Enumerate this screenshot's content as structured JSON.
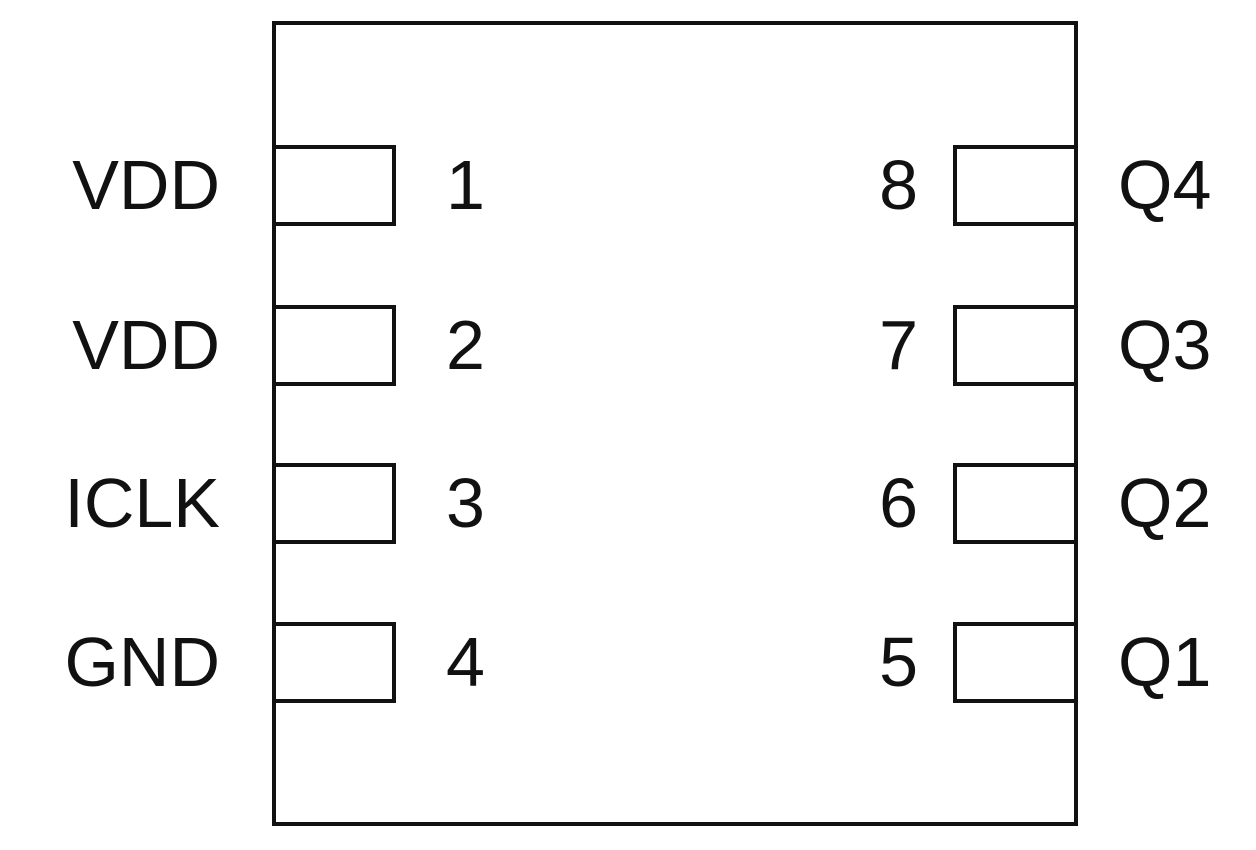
{
  "package": {
    "left_pins": [
      {
        "number": "1",
        "signal": "VDD"
      },
      {
        "number": "2",
        "signal": "VDD"
      },
      {
        "number": "3",
        "signal": "ICLK"
      },
      {
        "number": "4",
        "signal": "GND"
      }
    ],
    "right_pins": [
      {
        "number": "8",
        "signal": "Q4"
      },
      {
        "number": "7",
        "signal": "Q3"
      },
      {
        "number": "6",
        "signal": "Q2"
      },
      {
        "number": "5",
        "signal": "Q1"
      }
    ]
  },
  "colors": {
    "outline": "#111111",
    "background": "#ffffff"
  }
}
